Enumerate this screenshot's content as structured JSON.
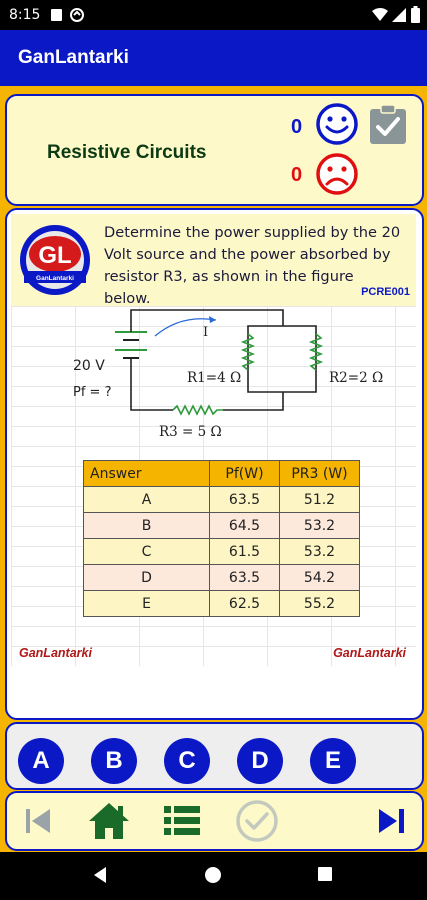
{
  "status_bar": {
    "time": "8:15"
  },
  "app_bar": {
    "title": "GanLantarki"
  },
  "header": {
    "topic": "Resistive Circuits",
    "correct_count": "0",
    "wrong_count": "0"
  },
  "question": {
    "logo_text": "GL",
    "logo_subtext": "GanLantarki",
    "text": "Determine the power supplied by the 20 Volt source and the power absorbed by resistor R3, as shown in the figure below.",
    "code": "PCRE001"
  },
  "circuit": {
    "source_label": "20 V",
    "pf_label": "Pf = ?",
    "current_label": "I",
    "r1_label": "R1=4 Ω",
    "r2_label": "R2=2 Ω",
    "r3_label": "R3 = 5 Ω"
  },
  "answer_table": {
    "headers": [
      "Answer",
      "Pf(W)",
      "PR3 (W)"
    ],
    "rows": [
      [
        "A",
        "63.5",
        "51.2"
      ],
      [
        "B",
        "64.5",
        "53.2"
      ],
      [
        "C",
        "61.5",
        "53.2"
      ],
      [
        "D",
        "63.5",
        "54.2"
      ],
      [
        "E",
        "62.5",
        "55.2"
      ]
    ]
  },
  "footer_brand": {
    "left": "GanLantarki",
    "right": "GanLantarki"
  },
  "answer_buttons": [
    "A",
    "B",
    "C",
    "D",
    "E"
  ],
  "colors": {
    "primary": "#0a18c6",
    "accent": "#f4b400",
    "correct": "#0a18c6",
    "wrong": "#e01010",
    "home": "#1a6b2a"
  },
  "icons": {
    "nav": [
      "skip-previous-icon",
      "home-icon",
      "list-icon",
      "check-circle-icon",
      "skip-next-icon"
    ]
  }
}
